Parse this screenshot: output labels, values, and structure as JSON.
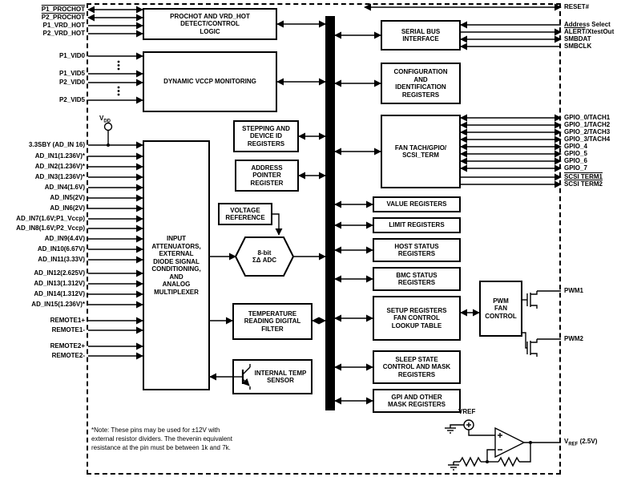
{
  "blocks": {
    "prochot_logic": "PROCHOT AND VRD_HOT\nDETECT/CONTROL\nLOGIC",
    "dynamic_vccp": "DYNAMIC VCCP MONITORING",
    "stepping_id": "STEPPING AND\nDEVICE ID\nREGISTERS",
    "address_pointer": "ADDRESS\nPOINTER\nREGISTER",
    "input_attenuators": "INPUT\nATTENUATORS,\nEXTERNAL\nDIODE SIGNAL\nCONDITIONING,\nAND\nANALOG\nMULTIPLEXER",
    "voltage_reference": "VOLTAGE\nREFERENCE",
    "adc": "8-bit\nΣΔ ADC",
    "temp_filter": "TEMPERATURE\nREADING DIGITAL\nFILTER",
    "temp_sensor": "INTERNAL TEMP\nSENSOR",
    "serial_bus": "SERIAL BUS\nINTERFACE",
    "config_id": "CONFIGURATION\nAND\nIDENTIFICATION\nREGISTERS",
    "fan_tach": "FAN TACH/GPIO/\nSCSI_TERM",
    "value_regs": "VALUE REGISTERS",
    "limit_regs": "LIMIT REGISTERS",
    "host_status": "HOST STATUS\nREGISTERS",
    "bmc_status": "BMC STATUS\nREGISTERS",
    "setup_regs": "SETUP REGISTERS\nFAN CONTROL\nLOOKUP TABLE",
    "sleep_state": "SLEEP STATE\nCONTROL AND MASK\nREGISTERS",
    "gpi_mask": "GPI AND OTHER\nMASK REGISTERS",
    "pwm_fan": "PWM\nFAN\nCONTROL"
  },
  "pins_left": {
    "p1_prochot": "P1_PROCHOT",
    "p2_prochot": "P2_PROCHOT",
    "p1_vrd_hot": "P1_VRD_HOT",
    "p2_vrd_hot": "P2_VRD_HOT",
    "p1_vid0": "P1_VID0",
    "p1_vid5": "P1_VID5",
    "p2_vid0": "P2_VID0",
    "p2_vid5": "P2_VID5",
    "sby": "3.3SBY (AD_IN 16)",
    "ad_in1": "AD_IN1(1.236V)*",
    "ad_in2": "AD_IN2(1.236V)*",
    "ad_in3": "AD_IN3(1.236V)*",
    "ad_in4": "AD_IN4(1.6V)",
    "ad_in5": "AD_IN5(2V)",
    "ad_in6": "AD_IN6(2V)",
    "ad_in7": "AD_IN7(1.6V;P1_Vccp)",
    "ad_in8": "AD_IN8(1.6V;P2_Vccp)",
    "ad_in9": "AD_IN9(4.4V)",
    "ad_in10": "AD_IN10(6.67V)",
    "ad_in11": "AD_IN11(3.33V)",
    "ad_in12": "AD_IN12(2.625V)",
    "ad_in13": "AD_IN13(1.312V)",
    "ad_in14": "AD_IN14(1.312V)",
    "ad_in15": "AD_IN15(1.236V)*",
    "remote1p": "REMOTE1+",
    "remote1m": "REMOTE1-",
    "remote2p": "REMOTE2+",
    "remote2m": "REMOTE2-"
  },
  "pins_right": {
    "reset": "RESET#",
    "addr_select": "Address Select",
    "alert_bar": "ALERT",
    "alert_rest": "/XtestOut",
    "smbdat": "SMBDAT",
    "smbclk": "SMBCLK",
    "gpio0": "GPIO_0/TACH1",
    "gpio1": "GPIO_1/TACH2",
    "gpio2": "GPIO_2/TACH3",
    "gpio3": "GPIO_3/TACH4",
    "gpio4": "GPIO_4",
    "gpio5": "GPIO_5",
    "gpio6": "GPIO_6",
    "gpio7": "GPIO_7",
    "scsi1": "SCSI TERM1",
    "scsi2": "SCSI TERM2",
    "pwm1": "PWM1",
    "pwm2": "PWM2",
    "vref_v": "V",
    "vref_sub": "REF",
    "vref_rest": " (2.5V)"
  },
  "labels": {
    "vdd_v": "V",
    "vdd_sub": "DD",
    "vref_node": "VREF",
    "note": "*Note: These pins may be used for ±12V with\nexternal resistor dividers. The thevenin equivalent\nresistance at the pin must be between 1k and 7k."
  }
}
